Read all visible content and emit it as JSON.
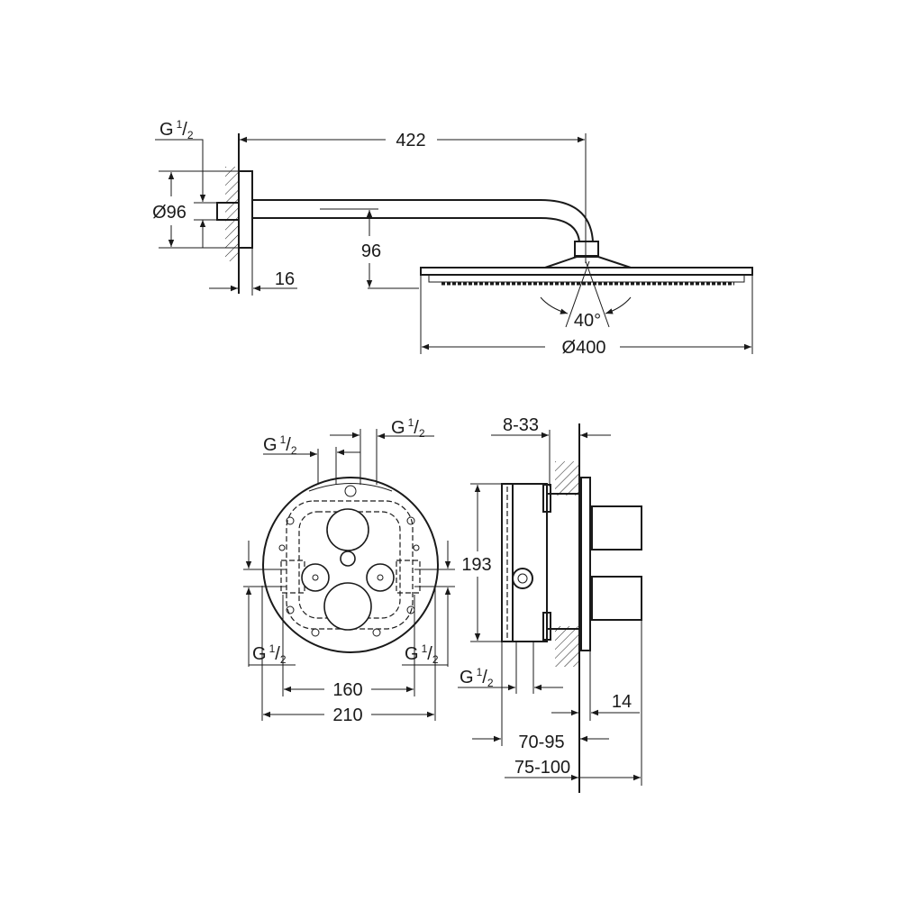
{
  "top_view": {
    "thread_label": "G",
    "thread_fraction_num": "1",
    "thread_fraction_den": "2",
    "dim_arm_length": "422",
    "dim_flange_diameter": "Ø96",
    "dim_drop": "96",
    "dim_flange_depth": "16",
    "dim_spray_angle": "40°",
    "dim_head_diameter": "Ø400"
  },
  "front_view": {
    "thread_label": "G",
    "thread_fraction_num": "1",
    "thread_fraction_den": "2",
    "dim_inner_width": "160",
    "dim_outer_width": "210"
  },
  "side_view": {
    "thread_label": "G",
    "thread_fraction_num": "1",
    "thread_fraction_den": "2",
    "dim_wall_range": "8-33",
    "dim_height": "193",
    "dim_plate": "14",
    "dim_depth_a": "70-95",
    "dim_depth_b": "75-100"
  }
}
